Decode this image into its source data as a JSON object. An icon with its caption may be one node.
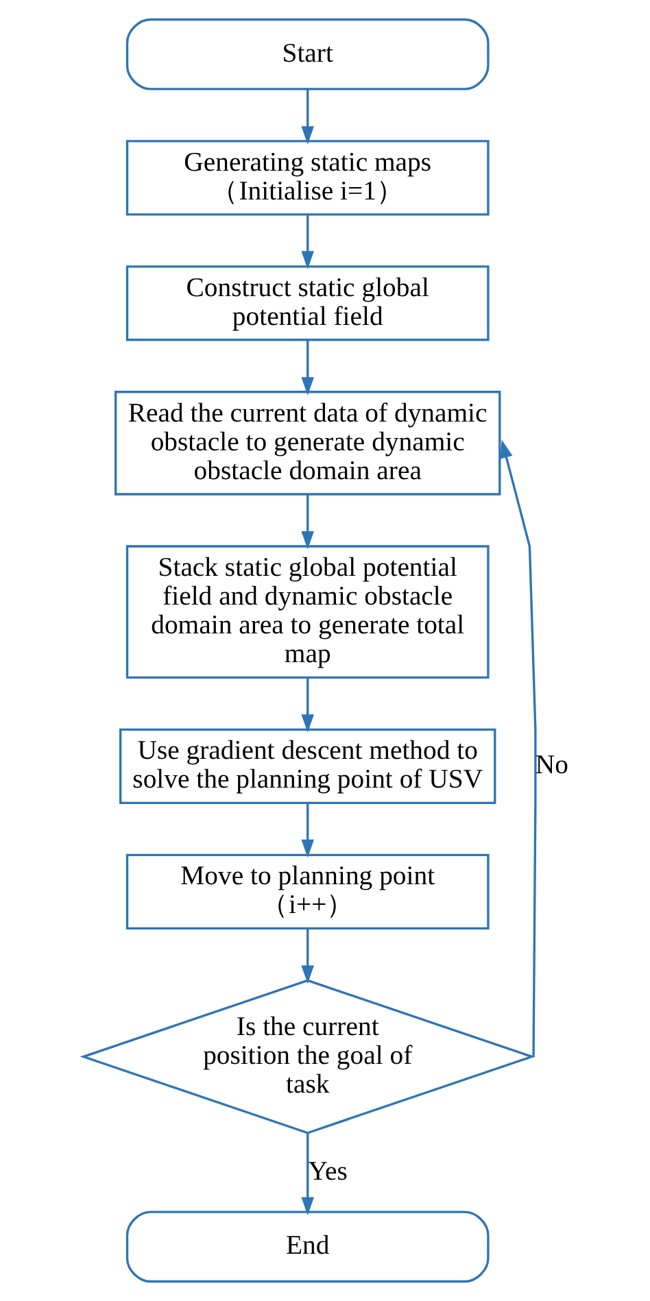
{
  "diagram": {
    "nodes": [
      {
        "text": [
          "Start"
        ]
      },
      {
        "text": [
          "Generating static maps",
          "（Initialise i=1）"
        ]
      },
      {
        "text": [
          "Construct static global potential field"
        ]
      },
      {
        "text": [
          "Read the current data of dynamic obstacle to generate dynamic obstacle domain area"
        ]
      },
      {
        "text": [
          "Stack static global potential field and dynamic obstacle domain area to generate total map"
        ]
      },
      {
        "text": [
          "Use gradient descent method to solve the planning point of USV"
        ]
      },
      {
        "text": [
          "Move to planning point",
          "（i++）"
        ]
      },
      {
        "text": [
          "Is the current position the goal of task"
        ]
      },
      {
        "text": [
          "End"
        ]
      }
    ],
    "edges": [
      {
        "from": 0,
        "to": 1,
        "arrow": "to"
      },
      {
        "from": 1,
        "to": 2,
        "arrow": "to"
      },
      {
        "from": 2,
        "to": 3,
        "arrow": "to"
      },
      {
        "from": 3,
        "to": 4,
        "arrow": "to"
      },
      {
        "from": 4,
        "to": 5,
        "arrow": "to"
      },
      {
        "from": 5,
        "to": 6,
        "arrow": "to"
      },
      {
        "from": 6,
        "to": 7,
        "arrow": "to"
      },
      {
        "from": 7,
        "to": 3,
        "arrow": "to",
        "label": "No"
      },
      {
        "from": 7,
        "to": 8,
        "arrow": "to",
        "label": "Yes"
      }
    ]
  }
}
